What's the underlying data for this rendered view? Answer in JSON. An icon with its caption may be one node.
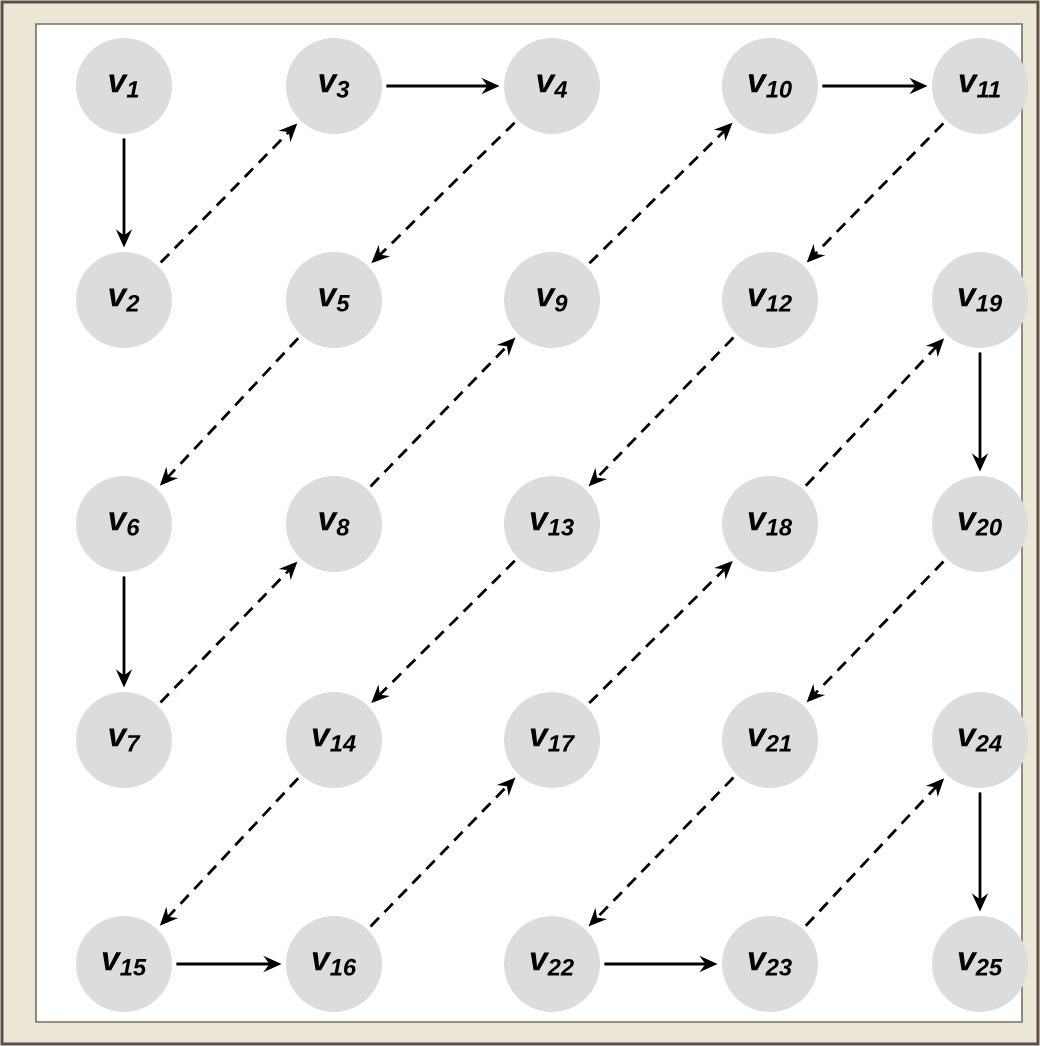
{
  "diagram": {
    "nodes": [
      {
        "text": [
          "v$_{1}$"
        ]
      },
      {
        "text": [
          "v$_{3}$"
        ]
      },
      {
        "text": [
          "v$_{4}$"
        ]
      },
      {
        "text": [
          "v$_{10}$"
        ]
      },
      {
        "text": [
          "v$_{11}$"
        ]
      },
      {
        "text": [
          "v$_{2}$"
        ]
      },
      {
        "text": [
          "v$_{5}$"
        ]
      },
      {
        "text": [
          "v$_{9}$"
        ]
      },
      {
        "text": [
          "v$_{12}$"
        ]
      },
      {
        "text": [
          "v$_{19}$"
        ]
      },
      {
        "text": [
          "v$_{6}$"
        ]
      },
      {
        "text": [
          "v$_{8}$"
        ]
      },
      {
        "text": [
          "v$_{13}$"
        ]
      },
      {
        "text": [
          "v$_{18}$"
        ]
      },
      {
        "text": [
          "v$_{20}$"
        ]
      },
      {
        "text": [
          "v$_{7}$"
        ]
      },
      {
        "text": [
          "v$_{14}$"
        ]
      },
      {
        "text": [
          "v$_{17}$"
        ]
      },
      {
        "text": [
          "v$_{21}$"
        ]
      },
      {
        "text": [
          "v$_{24}$"
        ]
      },
      {
        "text": [
          "v$_{15}$"
        ]
      },
      {
        "text": [
          "v$_{16}$"
        ]
      },
      {
        "text": [
          "v$_{22}$"
        ]
      },
      {
        "text": [
          "v$_{23}$"
        ]
      },
      {
        "text": [
          "v$_{25}$"
        ]
      }
    ],
    "edges": [
      {
        "from": 0,
        "to": 5,
        "arrow": "to"
      },
      {
        "from": 5,
        "to": 1,
        "arrow": "to",
        "style": "dashed"
      },
      {
        "from": 1,
        "to": 2,
        "arrow": "to"
      },
      {
        "from": 2,
        "to": 6,
        "arrow": "to",
        "style": "dashed"
      },
      {
        "from": 6,
        "to": 10,
        "arrow": "to",
        "style": "dashed"
      },
      {
        "from": 10,
        "to": 15,
        "arrow": "to"
      },
      {
        "from": 15,
        "to": 11,
        "arrow": "to",
        "style": "dashed"
      },
      {
        "from": 11,
        "to": 7,
        "arrow": "to",
        "style": "dashed"
      },
      {
        "from": 7,
        "to": 3,
        "arrow": "to",
        "style": "dashed"
      },
      {
        "from": 3,
        "to": 4,
        "arrow": "to"
      },
      {
        "from": 4,
        "to": 8,
        "arrow": "to",
        "style": "dashed"
      },
      {
        "from": 8,
        "to": 12,
        "arrow": "to",
        "style": "dashed"
      },
      {
        "from": 12,
        "to": 16,
        "arrow": "to",
        "style": "dashed"
      },
      {
        "from": 16,
        "to": 20,
        "arrow": "to",
        "style": "dashed"
      },
      {
        "from": 20,
        "to": 21,
        "arrow": "to"
      },
      {
        "from": 21,
        "to": 17,
        "arrow": "to",
        "style": "dashed"
      },
      {
        "from": 17,
        "to": 13,
        "arrow": "to",
        "style": "dashed"
      },
      {
        "from": 13,
        "to": 9,
        "arrow": "to",
        "style": "dashed"
      },
      {
        "from": 9,
        "to": 14,
        "arrow": "to"
      },
      {
        "from": 14,
        "to": 18,
        "arrow": "to",
        "style": "dashed"
      },
      {
        "from": 18,
        "to": 22,
        "arrow": "to",
        "style": "dashed"
      },
      {
        "from": 22,
        "to": 23,
        "arrow": "to"
      },
      {
        "from": 23,
        "to": 19,
        "arrow": "to",
        "style": "dashed"
      },
      {
        "from": 19,
        "to": 24,
        "arrow": "to"
      }
    ]
  }
}
